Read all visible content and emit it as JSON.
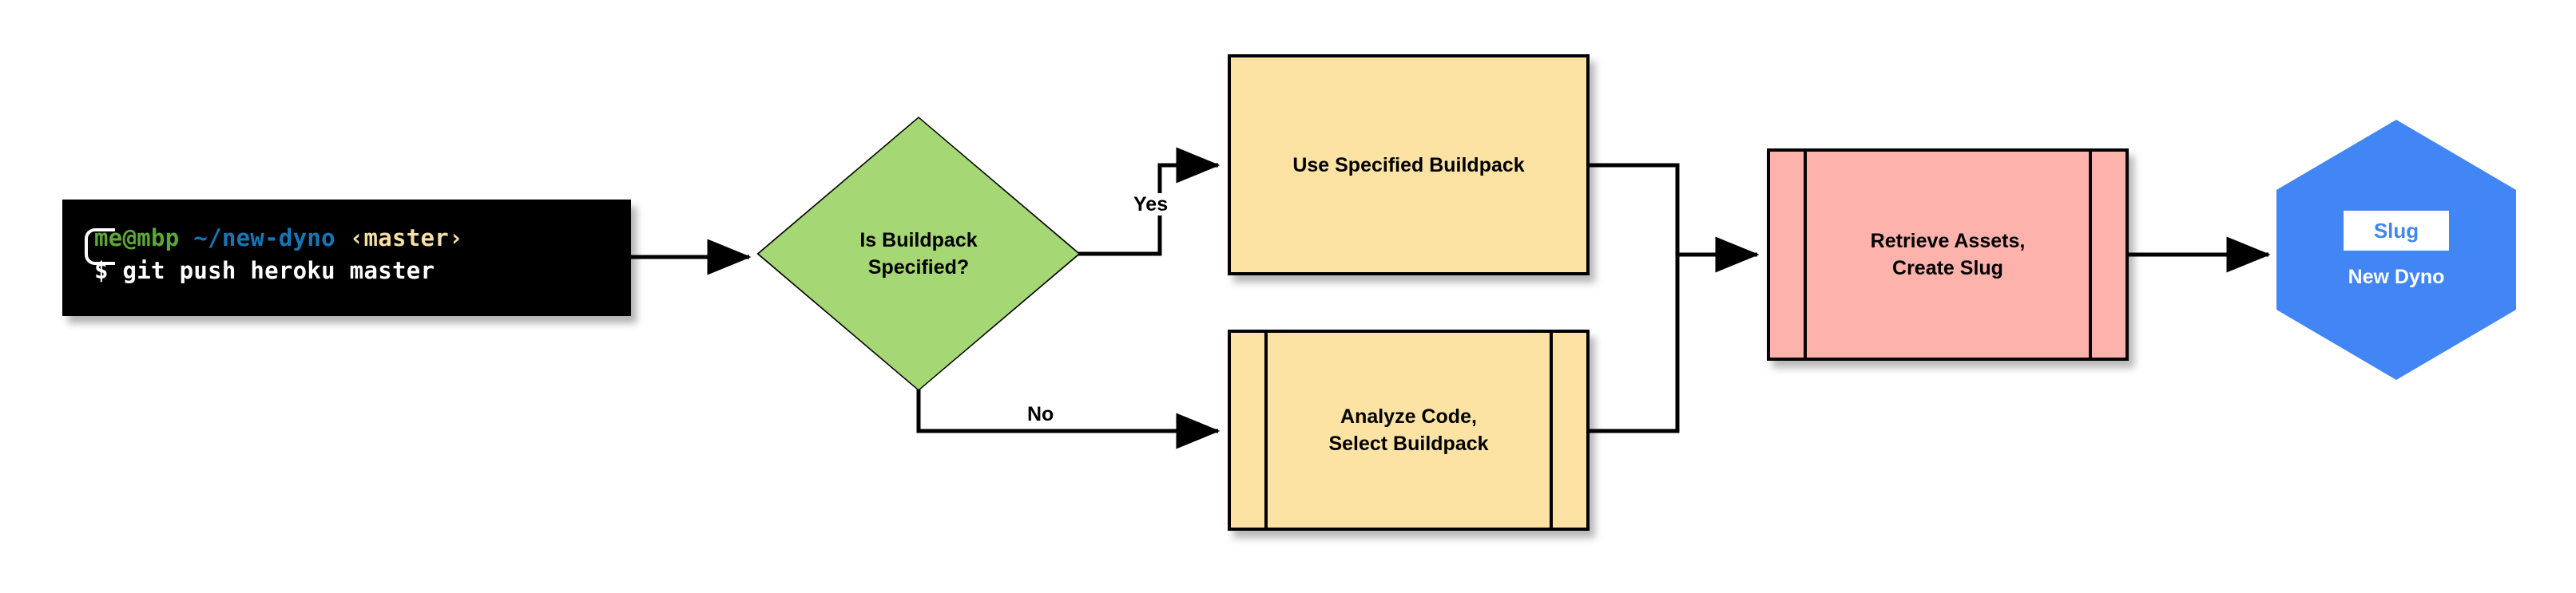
{
  "diagram": {
    "title": "Heroku git push build pipeline flowchart",
    "type": "flowchart",
    "direction": "left-to-right",
    "colors": {
      "terminal_bg": "#000000",
      "terminal_user": "#5aa836",
      "terminal_path": "#1577b8",
      "terminal_branch": "#f7dfa5",
      "terminal_command": "#ffffff",
      "decision_fill": "#a5d775",
      "process_yellow_fill": "#fce3a3",
      "process_pink_fill": "#fdb2ac",
      "dyno_fill": "#4285f4",
      "stroke": "#000000",
      "canvas_bg": "#ffffff"
    }
  },
  "terminal": {
    "prompt_user": "me@mbp",
    "prompt_path": "~/new-dyno",
    "prompt_branch": "‹master›",
    "command_sigil": "$",
    "command": "git push heroku master",
    "bracket_icon": "prompt-bracket-icon"
  },
  "nodes": {
    "decision": {
      "id": "is-buildpack-specified",
      "shape": "diamond",
      "line1": "Is Buildpack",
      "line2": "Specified?"
    },
    "use_buildpack": {
      "id": "use-specified-buildpack",
      "shape": "process",
      "line1": "Use Specified Buildpack",
      "line2": ""
    },
    "analyze_code": {
      "id": "analyze-code-select-buildpack",
      "shape": "predefined-process",
      "line1": "Analyze Code,",
      "line2": "Select Buildpack"
    },
    "retrieve_assets": {
      "id": "retrieve-assets-create-slug",
      "shape": "predefined-process",
      "line1": "Retrieve Assets,",
      "line2": "Create Slug"
    },
    "new_dyno": {
      "id": "new-dyno",
      "shape": "hexagon",
      "chip_label": "Slug",
      "caption": "New Dyno"
    }
  },
  "edges": {
    "yes_label": "Yes",
    "no_label": "No",
    "list": [
      {
        "from": "terminal",
        "to": "is-buildpack-specified",
        "label": ""
      },
      {
        "from": "is-buildpack-specified",
        "to": "use-specified-buildpack",
        "label": "Yes"
      },
      {
        "from": "is-buildpack-specified",
        "to": "analyze-code-select-buildpack",
        "label": "No"
      },
      {
        "from": "use-specified-buildpack",
        "to": "retrieve-assets-create-slug",
        "label": ""
      },
      {
        "from": "analyze-code-select-buildpack",
        "to": "retrieve-assets-create-slug",
        "label": ""
      },
      {
        "from": "retrieve-assets-create-slug",
        "to": "new-dyno",
        "label": ""
      }
    ]
  }
}
